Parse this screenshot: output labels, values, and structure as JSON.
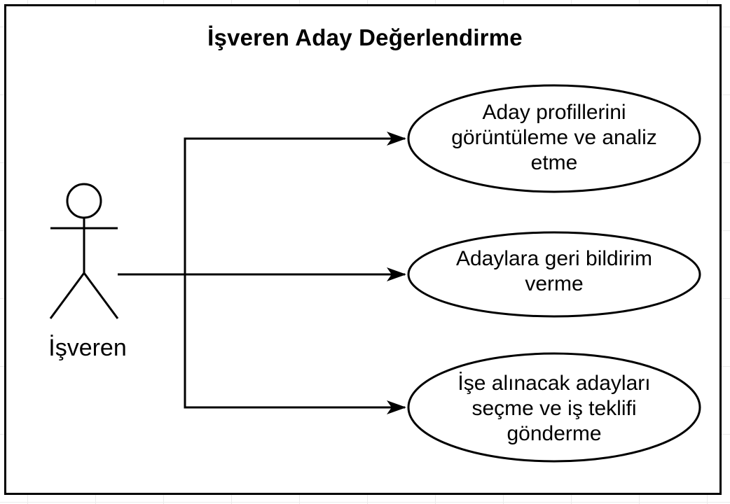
{
  "diagram": {
    "title": "İşveren Aday Değerlendirme",
    "actor": {
      "name": "İşveren",
      "icon": "stick-figure-icon"
    },
    "use_cases": [
      {
        "lines": [
          "Aday profillerini",
          "görüntüleme ve analiz",
          "etme"
        ]
      },
      {
        "lines": [
          "Adaylara geri bildirim",
          "verme"
        ]
      },
      {
        "lines": [
          "İşe alınacak adayları",
          "seçme ve iş teklifi",
          "gönderme"
        ]
      }
    ],
    "colors": {
      "stroke": "#000000",
      "fill": "#ffffff",
      "grid": "#ebebeb"
    }
  }
}
